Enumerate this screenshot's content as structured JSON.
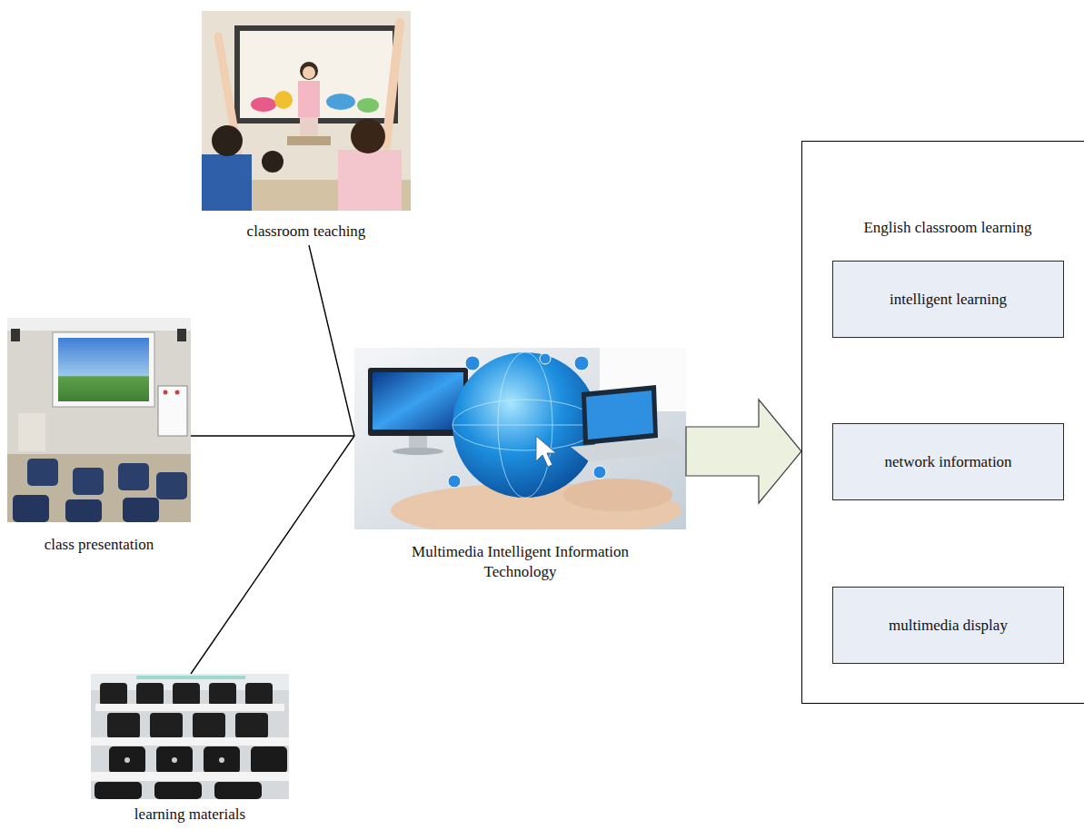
{
  "diagram": {
    "nodes": [
      {
        "text": [
          "classroom teaching"
        ]
      },
      {
        "text": [
          "class presentation"
        ]
      },
      {
        "text": [
          "Multimedia Intelligent Information Technology"
        ]
      },
      {
        "text": [
          "learning materials"
        ]
      },
      {
        "text": [
          "English classroom learning"
        ]
      },
      {
        "text": [
          "intelligent learning"
        ],
        "in": 4
      },
      {
        "text": [
          "network information"
        ],
        "in": 4
      },
      {
        "text": [
          "multimedia display"
        ],
        "in": 4
      }
    ],
    "edges": [
      {
        "from": 0,
        "to": 2,
        "arrow": "none"
      },
      {
        "from": 1,
        "to": 2,
        "arrow": "none"
      },
      {
        "from": 3,
        "to": 2,
        "arrow": "none"
      },
      {
        "from": 2,
        "to": 4,
        "arrow": "to"
      }
    ]
  }
}
